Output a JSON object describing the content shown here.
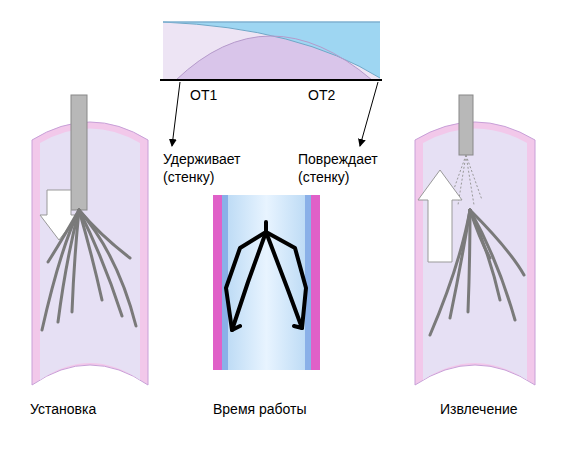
{
  "diagram": {
    "labels": [
      "ОТ1",
      "ОТ2",
      "Удерживает (стенку)",
      "Повреждает (стенку)",
      "Установка",
      "Время работы",
      "Извлечение"
    ]
  }
}
